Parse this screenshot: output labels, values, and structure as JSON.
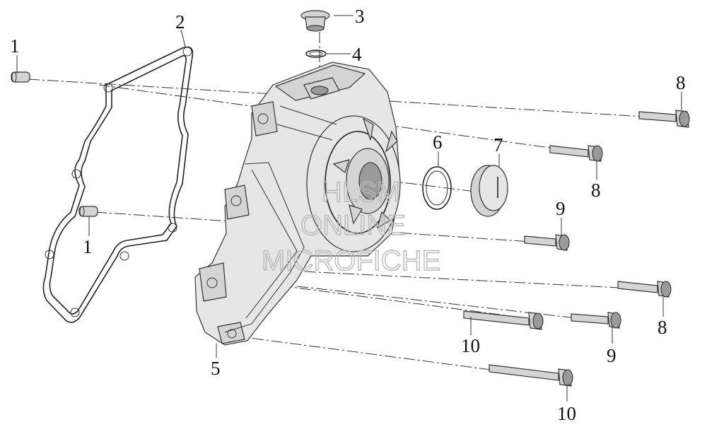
{
  "diagram": {
    "callouts": [
      {
        "id": "c1a",
        "text": "1"
      },
      {
        "id": "c1b",
        "text": "1"
      },
      {
        "id": "c2",
        "text": "2"
      },
      {
        "id": "c3",
        "text": "3"
      },
      {
        "id": "c4",
        "text": "4"
      },
      {
        "id": "c5",
        "text": "5"
      },
      {
        "id": "c6",
        "text": "6"
      },
      {
        "id": "c7",
        "text": "7"
      },
      {
        "id": "c8a",
        "text": "8"
      },
      {
        "id": "c8b",
        "text": "8"
      },
      {
        "id": "c8c",
        "text": "8"
      },
      {
        "id": "c9a",
        "text": "9"
      },
      {
        "id": "c9b",
        "text": "9"
      },
      {
        "id": "c10a",
        "text": "10"
      },
      {
        "id": "c10b",
        "text": "10"
      }
    ],
    "watermark": {
      "line1": "HLSM",
      "line2": "ONLINE",
      "line3": "MICROFICHE"
    }
  }
}
